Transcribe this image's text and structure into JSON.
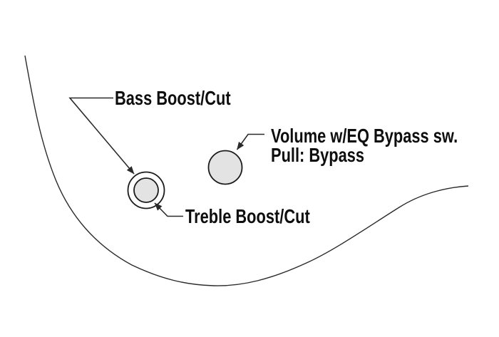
{
  "labels": {
    "bass": "Bass Boost/Cut",
    "treble": "Treble Boost/Cut",
    "volume_line1": "Volume w/EQ Bypass sw.",
    "volume_line2": "Pull: Bypass"
  },
  "shapes": {
    "body_outline": "guitar-body-edge-curve",
    "stacked_knob": "bass-treble-concentric-knob",
    "volume_knob": "volume-knob"
  },
  "colors": {
    "background": "#ffffff",
    "line": "#2a2a2a",
    "text": "#0e0e0e",
    "knob_fill": "#e3e3e4",
    "knob_stroke": "#1b1b1b"
  }
}
